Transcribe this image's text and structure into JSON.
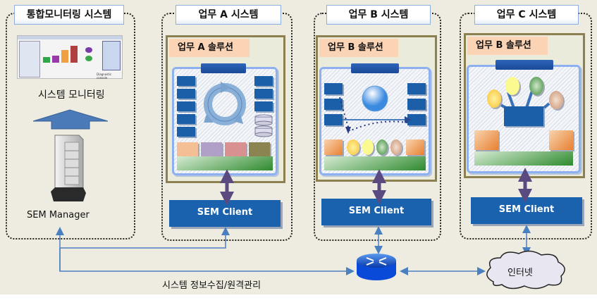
{
  "monitoring_group": {
    "title": "통합모니터링 시스템",
    "screen_caption": "시스템 모니터링",
    "manager_label": "SEM Manager",
    "thumbnail_caption": "Diagnostic console"
  },
  "systems": [
    {
      "title": "업무 A 시스템",
      "solution": "업무 A 솔루션",
      "client": "SEM Client"
    },
    {
      "title": "업무 B 시스템",
      "solution": "업무 B 솔루션",
      "client": "SEM Client"
    },
    {
      "title": "업무 C 시스템",
      "solution": "업무 B 솔루션",
      "client": "SEM Client"
    }
  ],
  "network": {
    "link_label": "시스템 정보수집/원격관리",
    "internet_label": "인터넷",
    "router_icon": "router-icon",
    "cloud_icon": "cloud-icon"
  },
  "colors": {
    "client_blue": "#1a62ad",
    "connector_purple": "#5a4a80",
    "line_blue": "#4a7fc0",
    "frame_olive": "#8c8050",
    "label_peach": "#fad4b4"
  }
}
